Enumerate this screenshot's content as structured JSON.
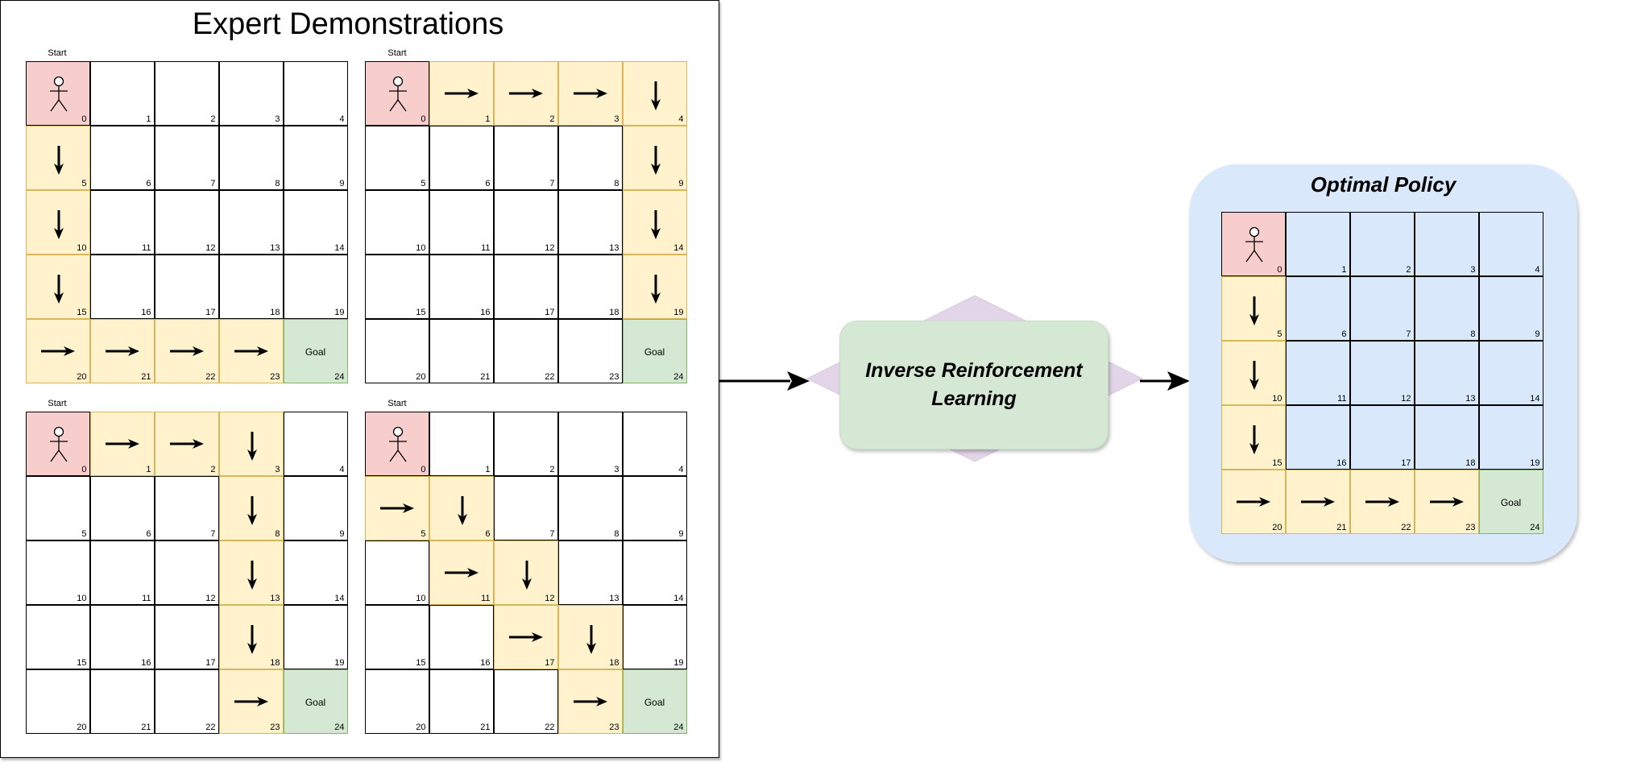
{
  "expert": {
    "title": "Expert Demonstrations",
    "start_label": "Start",
    "goal_label": "Goal",
    "demonstrations": [
      {
        "path": [
          [
            5,
            "down"
          ],
          [
            10,
            "down"
          ],
          [
            15,
            "down"
          ],
          [
            20,
            "right"
          ],
          [
            21,
            "right"
          ],
          [
            22,
            "right"
          ],
          [
            23,
            "right"
          ]
        ]
      },
      {
        "path": [
          [
            1,
            "right"
          ],
          [
            2,
            "right"
          ],
          [
            3,
            "right"
          ],
          [
            4,
            "down"
          ],
          [
            9,
            "down"
          ],
          [
            14,
            "down"
          ],
          [
            19,
            "down"
          ]
        ]
      },
      {
        "path": [
          [
            1,
            "right"
          ],
          [
            2,
            "right"
          ],
          [
            3,
            "down"
          ],
          [
            8,
            "down"
          ],
          [
            13,
            "down"
          ],
          [
            18,
            "down"
          ],
          [
            23,
            "right"
          ]
        ]
      },
      {
        "path": [
          [
            5,
            "right"
          ],
          [
            6,
            "down"
          ],
          [
            11,
            "right"
          ],
          [
            12,
            "down"
          ],
          [
            17,
            "right"
          ],
          [
            18,
            "down"
          ],
          [
            23,
            "right"
          ]
        ]
      }
    ]
  },
  "irl": {
    "label": "Inverse Reinforcement Learning"
  },
  "policy": {
    "title": "Optimal Policy",
    "goal_label": "Goal",
    "path": [
      [
        5,
        "down"
      ],
      [
        10,
        "down"
      ],
      [
        15,
        "down"
      ],
      [
        20,
        "right"
      ],
      [
        21,
        "right"
      ],
      [
        22,
        "right"
      ],
      [
        23,
        "right"
      ]
    ]
  },
  "grid": {
    "cell_numbers": [
      0,
      1,
      2,
      3,
      4,
      5,
      6,
      7,
      8,
      9,
      10,
      11,
      12,
      13,
      14,
      15,
      16,
      17,
      18,
      19,
      20,
      21,
      22,
      23,
      24
    ]
  },
  "colors": {
    "start": "#f8cecc",
    "path": "#fff2cc",
    "goal": "#d5e8d4",
    "irl_box": "#d5e8d4",
    "irl_diamond": "#e1d5e7",
    "policy_panel": "#dae8fc"
  },
  "icons": {
    "agent": "stick-figure-icon",
    "down": "arrow-down-icon",
    "right": "arrow-right-icon"
  }
}
